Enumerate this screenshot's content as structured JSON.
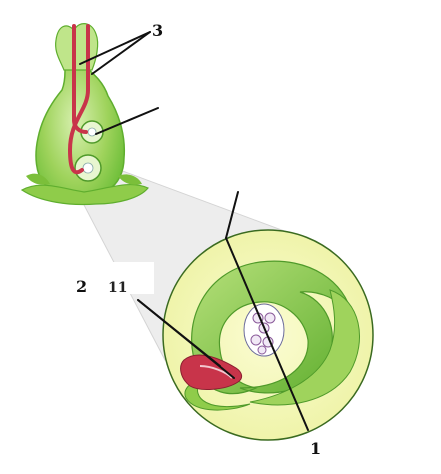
{
  "labels": {
    "label_3": "3",
    "label_2": "2",
    "label_11": "11",
    "label_1": "1"
  },
  "colors": {
    "tissue_light": "#cfe9a5",
    "tissue_mid": "#9fd35c",
    "tissue_dark": "#6fbf3a",
    "tube_red": "#c8344a",
    "zoom_circle_fill": "#f4f7b4",
    "cone_gray": "#e9eae6",
    "line": "#111111"
  }
}
